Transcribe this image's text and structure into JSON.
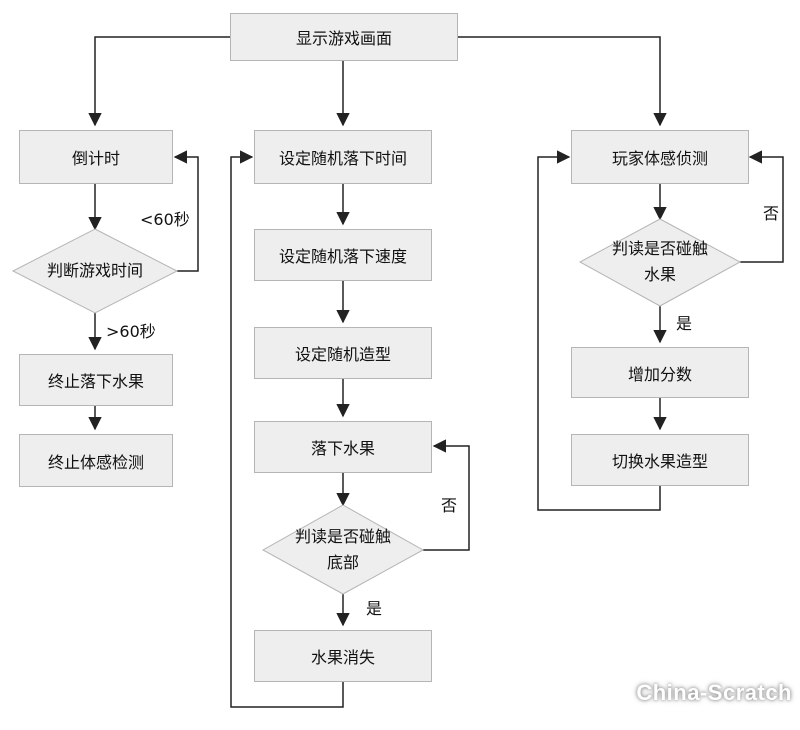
{
  "nodes": {
    "start": "显示游戏画面",
    "countdown": "倒计时",
    "judge_time": "判断游戏时间",
    "stop_fall": "终止落下水果",
    "stop_sense": "终止体感检测",
    "set_time": "设定随机落下时间",
    "set_speed": "设定随机落下速度",
    "set_shape": "设定随机造型",
    "fall_fruit": "落下水果",
    "judge_bottom_1": "判读是否碰触",
    "judge_bottom_2": "底部",
    "fruit_vanish": "水果消失",
    "player_sense": "玩家体感侦测",
    "judge_fruit_1": "判读是否碰触",
    "judge_fruit_2": "水果",
    "add_score": "增加分数",
    "switch_shape": "切换水果造型"
  },
  "labels": {
    "lt60": "<60秒",
    "gt60": ">60秒",
    "no_mid": "否",
    "yes_mid": "是",
    "no_right": "否",
    "yes_right": "是"
  },
  "watermark": "China-Scratch",
  "colors": {
    "box_fill": "#eeeeee",
    "box_border": "#b5b5b5",
    "line": "#222222"
  }
}
